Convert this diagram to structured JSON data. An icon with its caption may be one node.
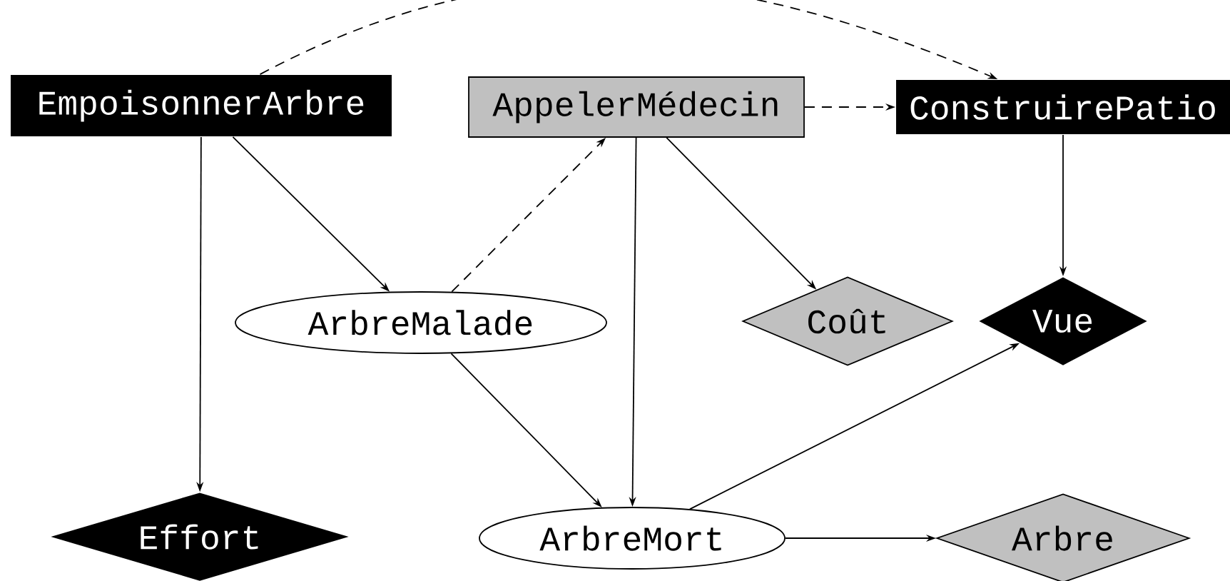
{
  "diagram": {
    "nodes": [
      {
        "text": [
          "EmpoisonnerArbre"
        ]
      },
      {
        "text": [
          "AppelerMédecin"
        ]
      },
      {
        "text": [
          "ConstruirePatio"
        ]
      },
      {
        "text": [
          "ArbreMalade"
        ]
      },
      {
        "text": [
          "Coût"
        ]
      },
      {
        "text": [
          "Vue"
        ]
      },
      {
        "text": [
          "Effort"
        ]
      },
      {
        "text": [
          "ArbreMort"
        ]
      },
      {
        "text": [
          "Arbre"
        ]
      }
    ],
    "edges": [
      {
        "from": 0,
        "to": 2,
        "arrow": "to",
        "style": "dashed"
      },
      {
        "from": 1,
        "to": 2,
        "arrow": "to",
        "style": "dashed"
      },
      {
        "from": 0,
        "to": 3,
        "arrow": "to"
      },
      {
        "from": 0,
        "to": 6,
        "arrow": "to"
      },
      {
        "from": 3,
        "to": 1,
        "arrow": "to",
        "style": "dashed"
      },
      {
        "from": 1,
        "to": 4,
        "arrow": "to"
      },
      {
        "from": 1,
        "to": 7,
        "arrow": "to"
      },
      {
        "from": 3,
        "to": 7,
        "arrow": "to"
      },
      {
        "from": 2,
        "to": 5,
        "arrow": "to"
      },
      {
        "from": 7,
        "to": 5,
        "arrow": "to"
      },
      {
        "from": 7,
        "to": 8,
        "arrow": "to"
      }
    ]
  }
}
